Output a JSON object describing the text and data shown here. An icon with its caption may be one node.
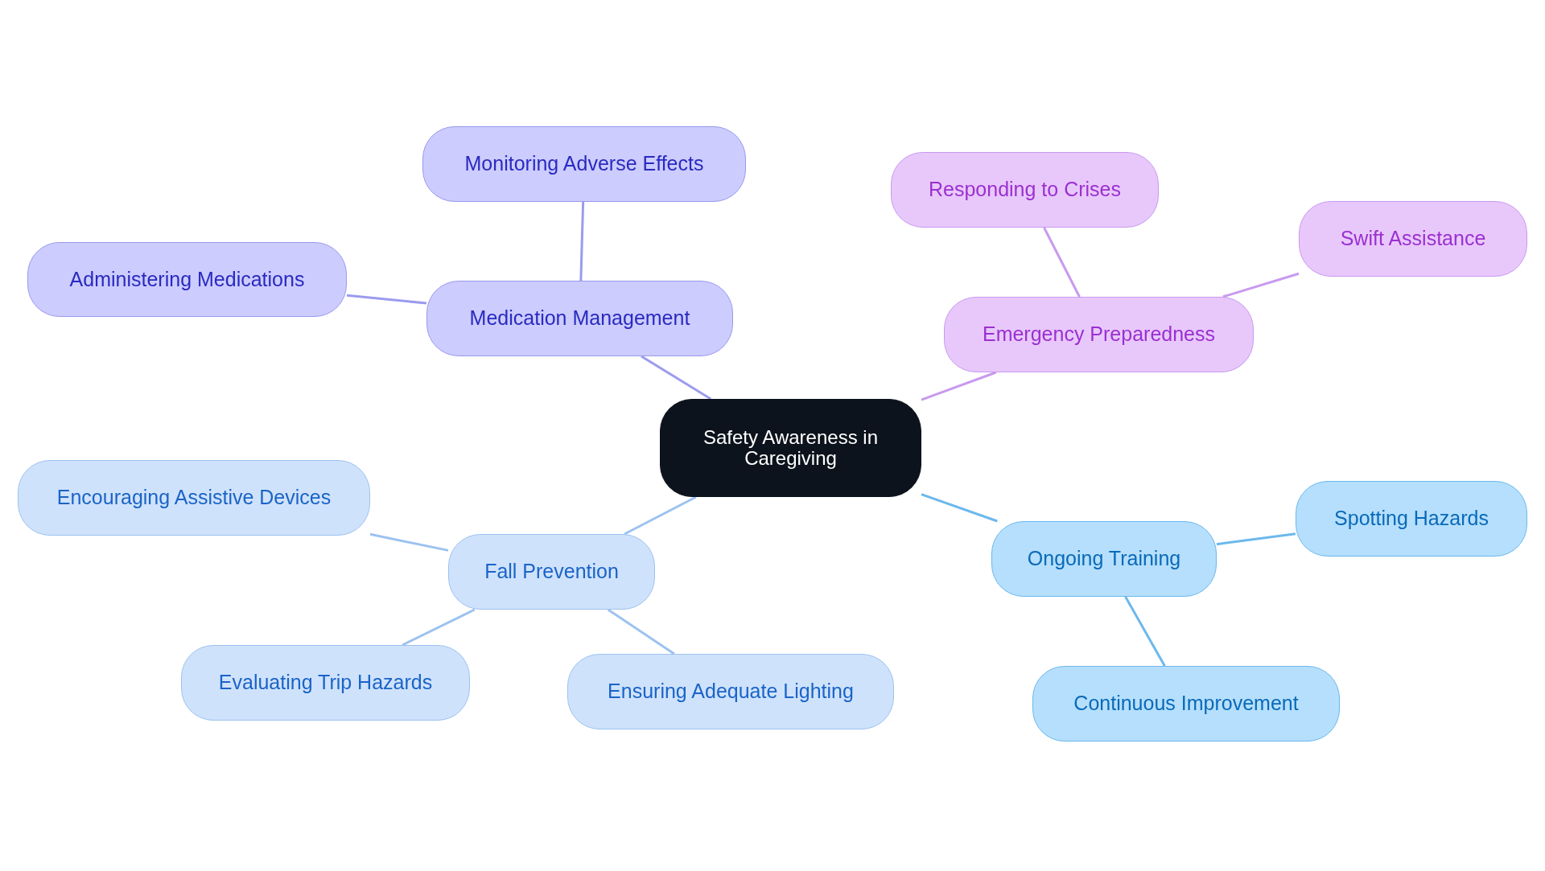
{
  "diagram": {
    "nodes": [
      {
        "text": [
          "Safety Awareness in Caregiving"
        ]
      },
      {
        "text": [
          "Medication Management"
        ]
      },
      {
        "text": [
          "Monitoring Adverse Effects"
        ]
      },
      {
        "text": [
          "Administering Medications"
        ]
      },
      {
        "text": [
          "Emergency Preparedness"
        ]
      },
      {
        "text": [
          "Responding to Crises"
        ]
      },
      {
        "text": [
          "Swift Assistance"
        ]
      },
      {
        "text": [
          "Fall Prevention"
        ]
      },
      {
        "text": [
          "Encouraging Assistive Devices"
        ]
      },
      {
        "text": [
          "Evaluating Trip Hazards"
        ]
      },
      {
        "text": [
          "Ensuring Adequate Lighting"
        ]
      },
      {
        "text": [
          "Ongoing Training"
        ]
      },
      {
        "text": [
          "Spotting Hazards"
        ]
      },
      {
        "text": [
          "Continuous Improvement"
        ]
      }
    ],
    "edges": [
      {
        "from": 0,
        "to": 1,
        "arrow": "none",
        "color": "#9b9bef"
      },
      {
        "from": 1,
        "to": 2,
        "arrow": "none",
        "color": "#9b9bef"
      },
      {
        "from": 1,
        "to": 3,
        "arrow": "none",
        "color": "#9b9bef"
      },
      {
        "from": 0,
        "to": 4,
        "arrow": "none",
        "color": "#c89af0"
      },
      {
        "from": 4,
        "to": 5,
        "arrow": "none",
        "color": "#c89af0"
      },
      {
        "from": 4,
        "to": 6,
        "arrow": "none",
        "color": "#c89af0"
      },
      {
        "from": 0,
        "to": 7,
        "arrow": "none",
        "color": "#9cc2f0"
      },
      {
        "from": 7,
        "to": 8,
        "arrow": "none",
        "color": "#9cc2f0"
      },
      {
        "from": 7,
        "to": 9,
        "arrow": "none",
        "color": "#9cc2f0"
      },
      {
        "from": 7,
        "to": 10,
        "arrow": "none",
        "color": "#9cc2f0"
      },
      {
        "from": 0,
        "to": 11,
        "arrow": "none",
        "color": "#6cb8ec"
      },
      {
        "from": 11,
        "to": 12,
        "arrow": "none",
        "color": "#6cb8ec"
      },
      {
        "from": 11,
        "to": 13,
        "arrow": "none",
        "color": "#6cb8ec"
      }
    ]
  }
}
